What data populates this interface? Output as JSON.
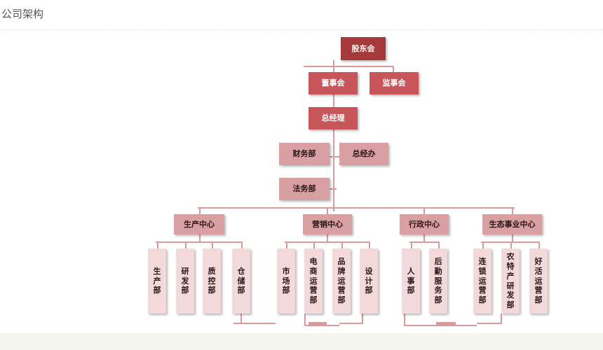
{
  "page": {
    "title": "公司架构"
  },
  "colors": {
    "dark": "#a63a3a",
    "mid": "#c8555a",
    "pink": "#d9a0a3",
    "light": "#f3d9d9",
    "connector": "#d99a9c",
    "text_light": "#ffffff",
    "text_dark": "#2b1616"
  },
  "org": {
    "shareholders": "股东会",
    "board": "董事会",
    "supervisory": "监事会",
    "general_manager": "总经理",
    "finance": "财务部",
    "gm_office": "总经办",
    "legal": "法务部",
    "centers": [
      {
        "name": "生产中心",
        "departments": [
          "生产部",
          "研发部",
          "质控部",
          "仓储部"
        ]
      },
      {
        "name": "营销中心",
        "departments": [
          "市场部",
          "电商运营部",
          "品牌运营部",
          "设计部"
        ]
      },
      {
        "name": "行政中心",
        "departments": [
          "人事部",
          "后勤服务部"
        ]
      },
      {
        "name": "生态事业中心",
        "departments": [
          "连锁运营部",
          "农特产研发部",
          "好活运营部"
        ]
      }
    ]
  }
}
